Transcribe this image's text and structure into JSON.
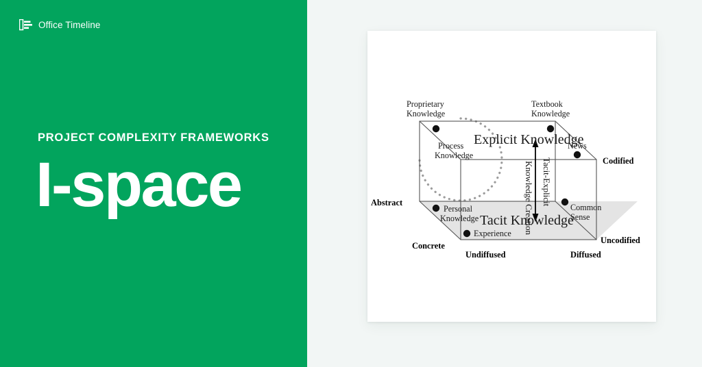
{
  "brand": {
    "name": "Office Timeline",
    "icon": "gantt-chart-icon",
    "color": "#02a45d"
  },
  "hero": {
    "eyebrow": "PROJECT COMPLEXITY FRAMEWORKS",
    "title": "I-space"
  },
  "colors": {
    "panel_green": "#02a45d",
    "page_background": "#f2f6f5",
    "card_background": "#ffffff",
    "diagram_ink": "#1a1a1a",
    "floor_fill": "#e4e4e4",
    "dotted_curve": "#9a9a9a"
  },
  "diagram": {
    "name": "i-space-cube",
    "zone_labels": {
      "explicit": "Explicit Knowledge",
      "tacit": "Tacit Knowledge"
    },
    "arrow_labels": {
      "left": "Knowledge Creation",
      "right": "Tacit-Explicit"
    },
    "axis_labels": {
      "abstract": "Abstract",
      "concrete": "Concrete",
      "codified": "Codified",
      "uncodified": "Uncodified",
      "undiffused": "Undiffused",
      "diffused": "Diffused"
    },
    "points": [
      {
        "id": "proprietary-knowledge",
        "label": "Proprietary Knowledge",
        "label_lines": [
          "Proprietary",
          "Knowledge"
        ]
      },
      {
        "id": "textbook-knowledge",
        "label": "Textbook Knowledge",
        "label_lines": [
          "Textbook",
          "Knowledge"
        ]
      },
      {
        "id": "process-knowledge",
        "label": "Process Knowledge",
        "label_lines": [
          "Process",
          "Knowledge"
        ]
      },
      {
        "id": "news",
        "label": "News",
        "label_lines": [
          "News"
        ]
      },
      {
        "id": "personal-knowledge",
        "label": "Personal Knowledge",
        "label_lines": [
          "Personal",
          "Knowledge"
        ]
      },
      {
        "id": "common-sense",
        "label": "Common Sense",
        "label_lines": [
          "Common",
          "Sense"
        ]
      },
      {
        "id": "experience",
        "label": "Experience",
        "label_lines": [
          "Experience"
        ]
      }
    ]
  }
}
